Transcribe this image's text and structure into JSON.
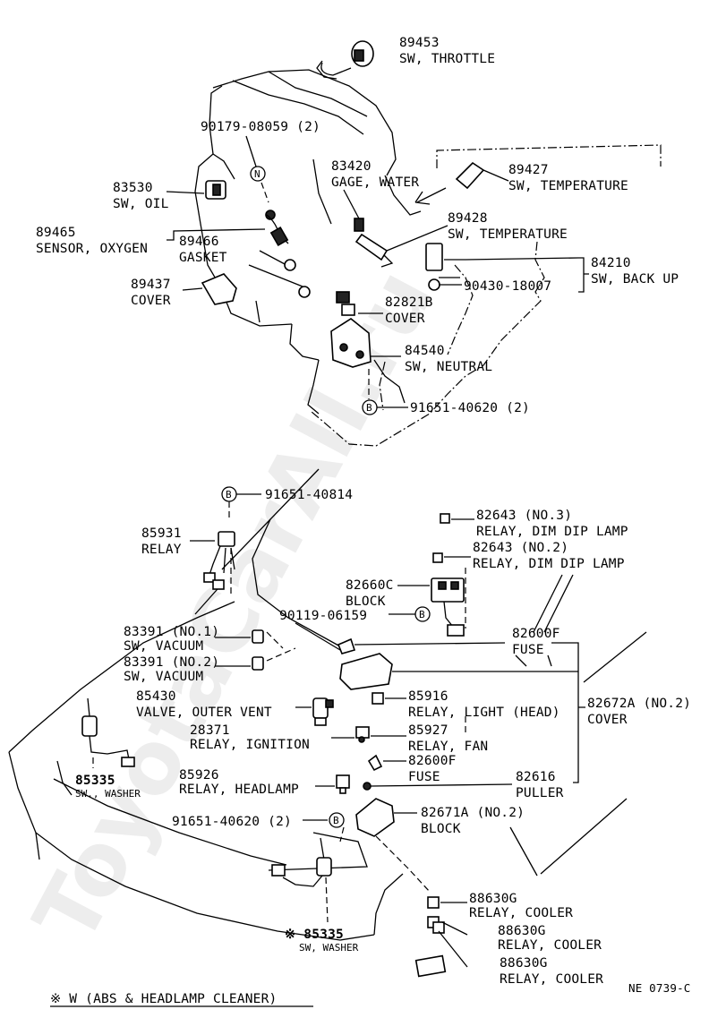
{
  "watermark": "ToyotaCarAll.ru",
  "labels": {
    "p89453": [
      "89453",
      "SW, THROTTLE"
    ],
    "p90179": "90179-08059 (2)",
    "p83420": [
      "83420",
      "GAGE, WATER"
    ],
    "p89427": [
      "89427",
      "SW, TEMPERATURE"
    ],
    "p83530": [
      "83530",
      "SW, OIL"
    ],
    "p89465": [
      "89465",
      "SENSOR, OXYGEN"
    ],
    "p89466": [
      "89466",
      "GASKET"
    ],
    "p89428": [
      "89428",
      "SW, TEMPERATURE"
    ],
    "p84210": [
      "84210",
      "SW, BACK UP"
    ],
    "p90430": "90430-18007",
    "p89437": [
      "89437",
      "COVER"
    ],
    "p82821": [
      "82821B",
      "COVER"
    ],
    "p84540": [
      "84540",
      "SW, NEUTRAL"
    ],
    "p91651a": "91651-40620 (2)",
    "p91651b": "91651-40814",
    "p82643a": [
      "82643 (NO.3)",
      "RELAY, DIM DIP LAMP"
    ],
    "p82643b": [
      "82643 (NO.2)",
      "RELAY, DIM DIP LAMP"
    ],
    "p85931": [
      "85931",
      "RELAY"
    ],
    "p82660": [
      "82660C",
      "BLOCK"
    ],
    "p90119": "90119-06159",
    "p82600a": [
      "82600F",
      "FUSE"
    ],
    "p83391a": [
      "83391 (NO.1)",
      "SW, VACUUM"
    ],
    "p83391b": [
      "83391 (NO.2)",
      "SW, VACUUM"
    ],
    "p85430": [
      "85430",
      "VALVE, OUTER VENT"
    ],
    "p85916": [
      "85916",
      "RELAY, LIGHT (HEAD)"
    ],
    "p82672": [
      "82672A (NO.2)",
      "COVER"
    ],
    "p28371": [
      "28371",
      "RELAY, IGNITION"
    ],
    "p85927": [
      "85927",
      "RELAY, FAN"
    ],
    "p82600b": [
      "82600F",
      "FUSE"
    ],
    "p85335a": [
      "85335",
      "SW., WASHER"
    ],
    "p85926": [
      "85926",
      "RELAY, HEADLAMP"
    ],
    "p82616": [
      "82616",
      "PULLER"
    ],
    "p91651c": "91651-40620 (2)",
    "p82671": [
      "82671A (NO.2)",
      "BLOCK"
    ],
    "p88630a": [
      "88630G",
      "RELAY, COOLER"
    ],
    "p88630b": [
      "88630G",
      "RELAY, COOLER"
    ],
    "p88630c": [
      "88630G",
      "RELAY, COOLER"
    ],
    "p85335b": [
      "※ 85335",
      "SW, WASHER"
    ]
  },
  "callouts": {
    "n": "N",
    "b": "B"
  },
  "footnote": "※ W (ABS & HEADLAMP CLEANER)",
  "code": "NE 0739-C"
}
